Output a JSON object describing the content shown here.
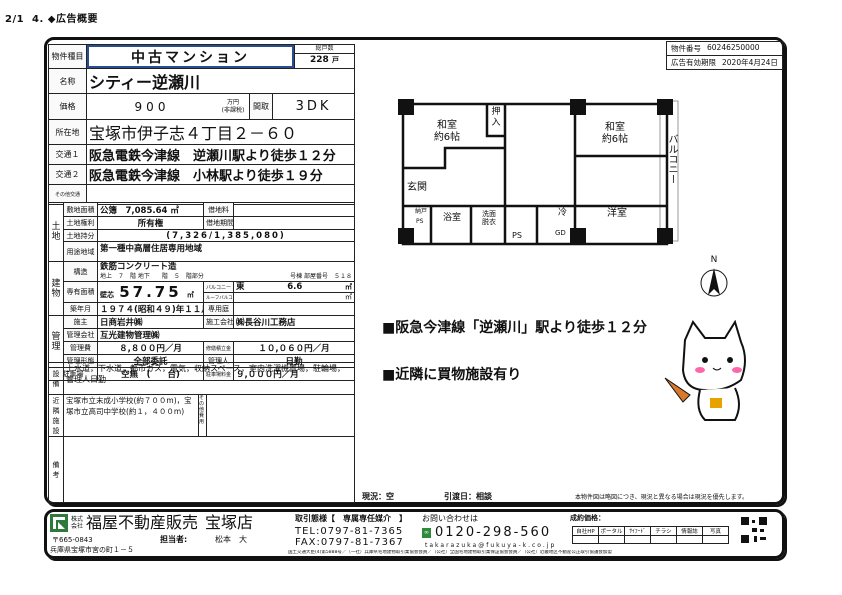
{
  "header": {
    "page": "2/1",
    "title": "4. ◆広告概要"
  },
  "id_box": {
    "number_label": "物件番号",
    "number": "60246250000",
    "expiry_label": "広告有効期限",
    "expiry": "2020年4月24日"
  },
  "basic": {
    "type_label": "物件種目",
    "type": "中古マンション",
    "units_label": "総戸数",
    "units": "228",
    "units_unit": "戸",
    "name_label": "名称",
    "name": "シティー逆瀬川",
    "price_label": "価格",
    "price": "900",
    "price_unit": "万円",
    "price_tax": "(非課税)",
    "layout_label": "間取",
    "layout": "3DK",
    "address_label": "所在地",
    "address": "宝塚市伊子志４丁目２－６０",
    "transit1_label": "交通１",
    "transit1": "阪急電鉄今津線　逆瀬川駅より徒歩１２分",
    "transit2_label": "交通２",
    "transit2": "阪急電鉄今津線　小林駅より徒歩１９分",
    "other_transit_label": "その他交通",
    "other_transit": ""
  },
  "land": {
    "section": "土地",
    "site_area_label": "敷地面積",
    "site_area": "公簿　7,085.64 ㎡",
    "lease_fee_label": "借地料",
    "lease_fee": "",
    "rights_label": "土地権利",
    "rights": "所有権",
    "lease_term_label": "借地期間",
    "lease_term": "",
    "share_label": "土地持分",
    "share": "(7,326/1,385,080)",
    "zoning_label": "用途地域",
    "zoning": "第一種中高層住居専用地域"
  },
  "building": {
    "section": "建物",
    "structure_label": "構造",
    "structure": "鉄筋コンクリート造",
    "floors_above": "地上　７　階 地下　　階　５　階部分",
    "room_no": "号棟 部屋番号　５１８",
    "area_label": "専有面積",
    "area_type": "壁芯",
    "area": "57.75",
    "area_unit": "㎡",
    "balcony_label": "バルコニー",
    "balcony_dir": "東",
    "balcony_area": "6.6",
    "roof_balcony_label": "ルーフバルコニー",
    "unit_sqm": "㎡",
    "built_label": "築年月",
    "built": "１９７４(昭和４９)年１１月",
    "garden_label": "専用庭",
    "garden": ""
  },
  "management": {
    "section": "管理",
    "owner_label": "施主",
    "owner": "日商岩井㈱",
    "builder_label": "施工会社",
    "builder": "㈱長谷川工務店",
    "company_label": "管理会社",
    "company": "互光建物管理㈱",
    "fee_label": "管理費",
    "fee": "８,８００円／月",
    "repair_label": "修繕積立金",
    "repair": "１０,０６０円／月",
    "form_label": "管理形態",
    "form": "全部委託",
    "manager_label": "管理人",
    "manager": "日勤"
  },
  "parking": {
    "label": "駐車場",
    "status": "空無　(　　台)",
    "fee_label": "駐車場料金",
    "fee": "９,０００円／月"
  },
  "facilities": {
    "label": "設備",
    "text": "上水道，下水道，都市ガス，電気，収納スペース，室内洗濯機置場，駐輪場，管理人日勤"
  },
  "nearby": {
    "label": "近隣施設",
    "text": "宝塚市立末成小学校(約７００m)，宝塚市立高司中学校(約１，４００m)",
    "other_cost_label": "その他費用",
    "other_cost": ""
  },
  "remarks": {
    "label": "備考",
    "text": ""
  },
  "floorplan": {
    "rooms": [
      "和室\n約6帖",
      "押入",
      "和室\n約6帖",
      "バルコニー",
      "玄関",
      "浴室",
      "洗面\n脱衣",
      "冷",
      "洋室",
      "GD",
      "PS",
      "納戸",
      "PS"
    ],
    "compass": "N"
  },
  "features": [
    "■阪急今津線「逆瀬川」駅より徒歩１２分",
    "■近隣に買物施設有り"
  ],
  "status": {
    "current": "現況：空",
    "handover": "引渡日：相談",
    "disclaimer": "本物件図は略図につき、現況と異なる場合は現況を優先します。"
  },
  "footer": {
    "company_prefix": "株式会社",
    "company": "福屋不動産販売",
    "branch": "宝塚店",
    "postal": "〒665-0843",
    "address": "兵庫県宝塚市宮の町１－５",
    "staff_label": "担当者:",
    "staff": "松本　大",
    "deal_label": "取引態様【　専属専任媒介　】",
    "tel": "TEL:0797-81-7365",
    "fax": "FAX:0797-81-7367",
    "license": "国土交通大臣(4)第5888号／（一社）兵庫県宅地建物取引業協会会員／（公社）全国宅地建物取引業保証協会会員／（公社）近畿地区不動産公正取引協議会加盟",
    "inquiry_label": "お問い合わせは",
    "freedial": "0120-298-560",
    "email": "takarazuka@fukuya-k.co.jp",
    "result_label": "成約価格：",
    "media": [
      "自社HP",
      "ポータル",
      "ｻｲﾌｰﾄﾞ",
      "チラシ",
      "情報誌",
      "写真"
    ]
  },
  "colors": {
    "accent": "#2a4d8f",
    "freedial": "#2e8b3a"
  }
}
